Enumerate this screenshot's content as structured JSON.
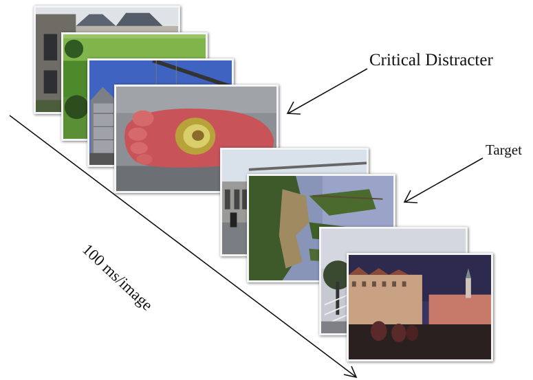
{
  "labels": {
    "critical_distracter": "Critical Distracter",
    "target": "Target",
    "time_axis": "100 ms/image"
  },
  "colors": {
    "frame": "#f4f4f4",
    "arrow": "#111111",
    "text": "#111111"
  },
  "sequence": [
    {
      "id": "building",
      "role": "distracter"
    },
    {
      "id": "green-field",
      "role": "distracter"
    },
    {
      "id": "skyscraper-bridge",
      "role": "distracter"
    },
    {
      "id": "wounded-foot",
      "role": "critical-distracter"
    },
    {
      "id": "street-bridge",
      "role": "distracter"
    },
    {
      "id": "rotated-forest",
      "role": "target"
    },
    {
      "id": "railing-tree",
      "role": "distracter"
    },
    {
      "id": "old-town-square",
      "role": "distracter"
    }
  ]
}
